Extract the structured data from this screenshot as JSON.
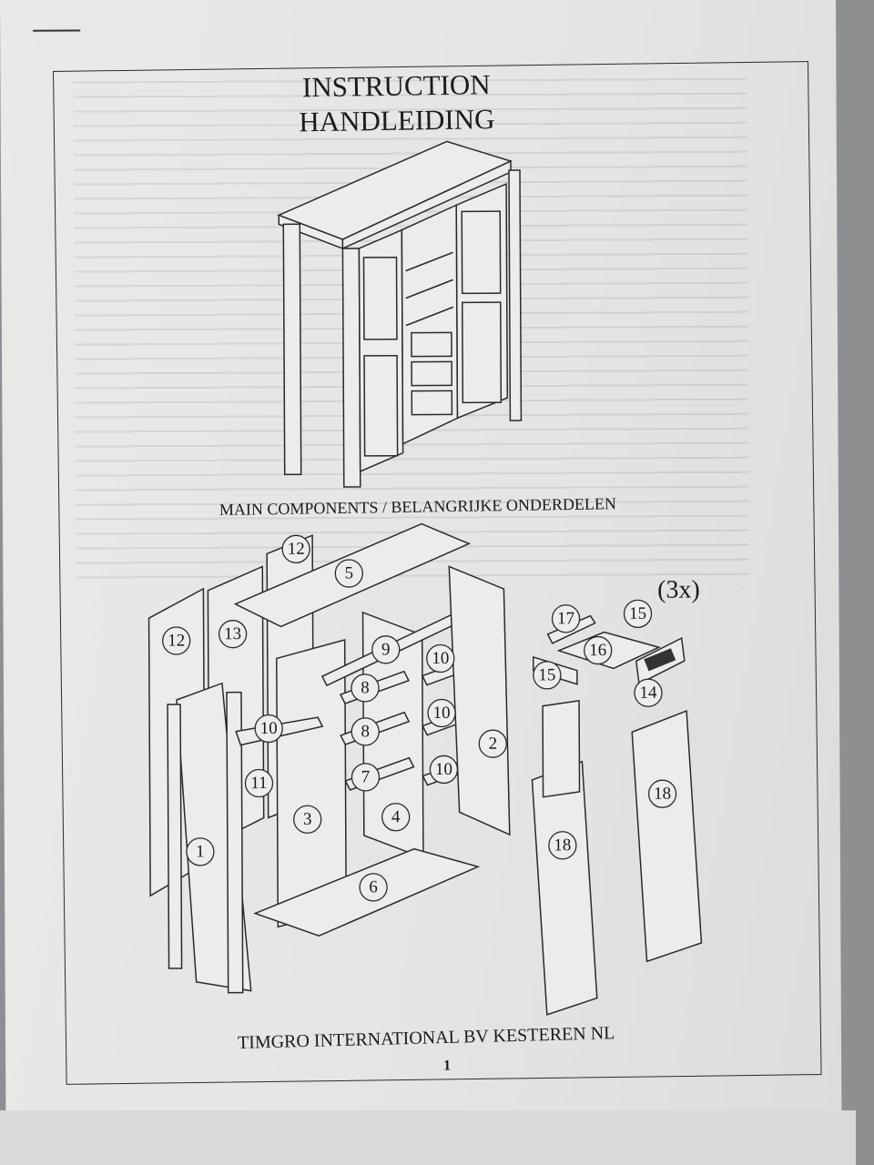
{
  "document": {
    "title_line1": "INSTRUCTION",
    "title_line2": "HANDLEIDING",
    "section_heading": "MAIN COMPONENTS / BELANGRIJKE ONDERDELEN",
    "footer": "TIMGRO INTERNATIONAL BV KESTEREN NL",
    "page_number": "1",
    "quantity_note": "(3x)",
    "part_labels": [
      "12",
      "5",
      "12",
      "13",
      "9",
      "10",
      "8",
      "10",
      "8",
      "10",
      "2",
      "7",
      "10",
      "11",
      "3",
      "4",
      "1",
      "6",
      "17",
      "15",
      "16",
      "15",
      "14",
      "18",
      "18"
    ]
  }
}
